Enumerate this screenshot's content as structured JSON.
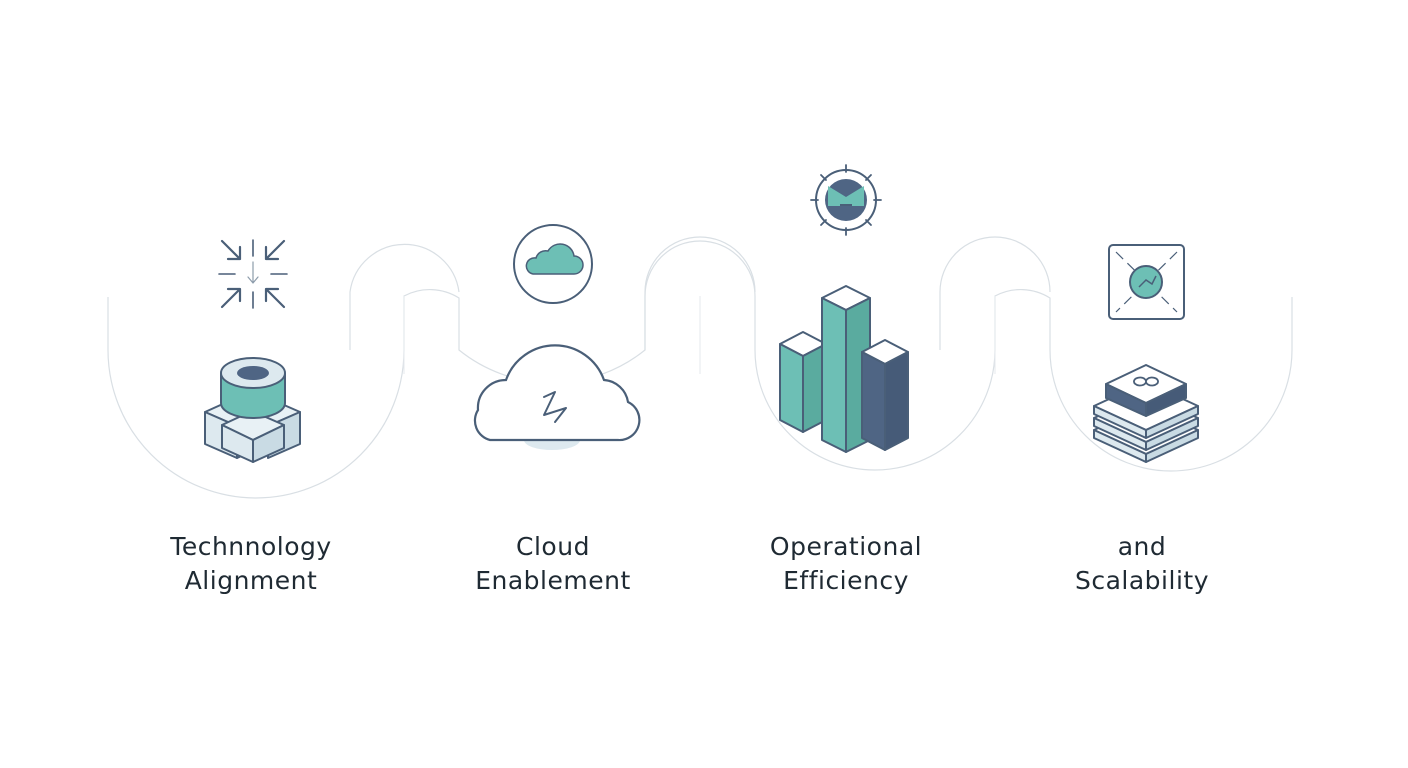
{
  "colors": {
    "teal": "#6dbfb5",
    "navy": "#4f6584",
    "outline": "#4a5f78",
    "light": "#dde9ef",
    "path": "#d9dfe4",
    "text": "#1f2a33"
  },
  "steps": [
    {
      "line1": "Technnology",
      "line2": "Alignment",
      "icon": "convergence-arrows-icon",
      "illustration": "stacked-cylinder-blocks"
    },
    {
      "line1": "Cloud",
      "line2": "Enablement",
      "icon": "cloud-icon",
      "illustration": "cloud-lightning"
    },
    {
      "line1": "Operational",
      "line2": "Efficiency",
      "icon": "gauge-target-icon",
      "illustration": "isometric-bar-towers"
    },
    {
      "line1": "and",
      "line2": "Scalability",
      "icon": "network-node-square-icon",
      "illustration": "stacked-layer-platform"
    }
  ]
}
